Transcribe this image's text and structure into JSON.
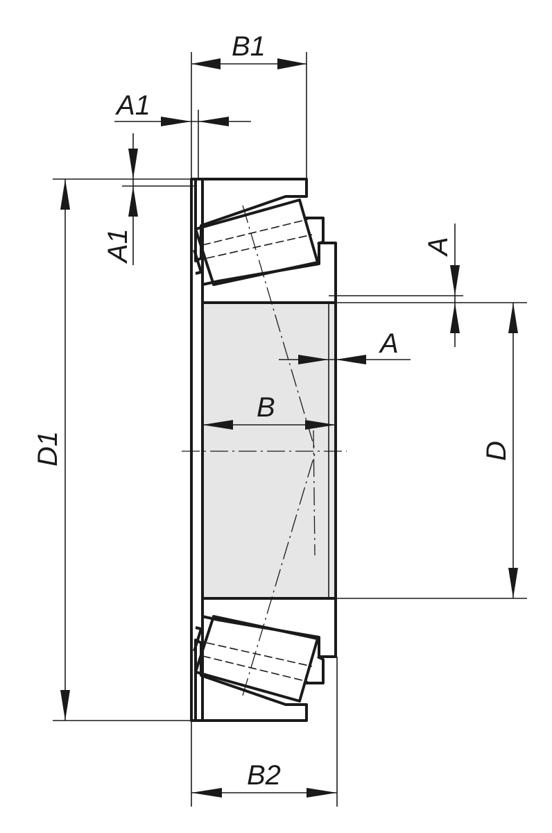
{
  "dimension_labels": {
    "b1": "B1",
    "a1_axial": "A1",
    "a1_radial": "A1",
    "a_radial": "A",
    "a_axial": "A",
    "b": "B",
    "d1": "D1",
    "d": "D",
    "b2": "B2"
  },
  "colors": {
    "line": "#1a1a1a",
    "bore_fill": "#e6e6e6",
    "background": "#ffffff"
  }
}
